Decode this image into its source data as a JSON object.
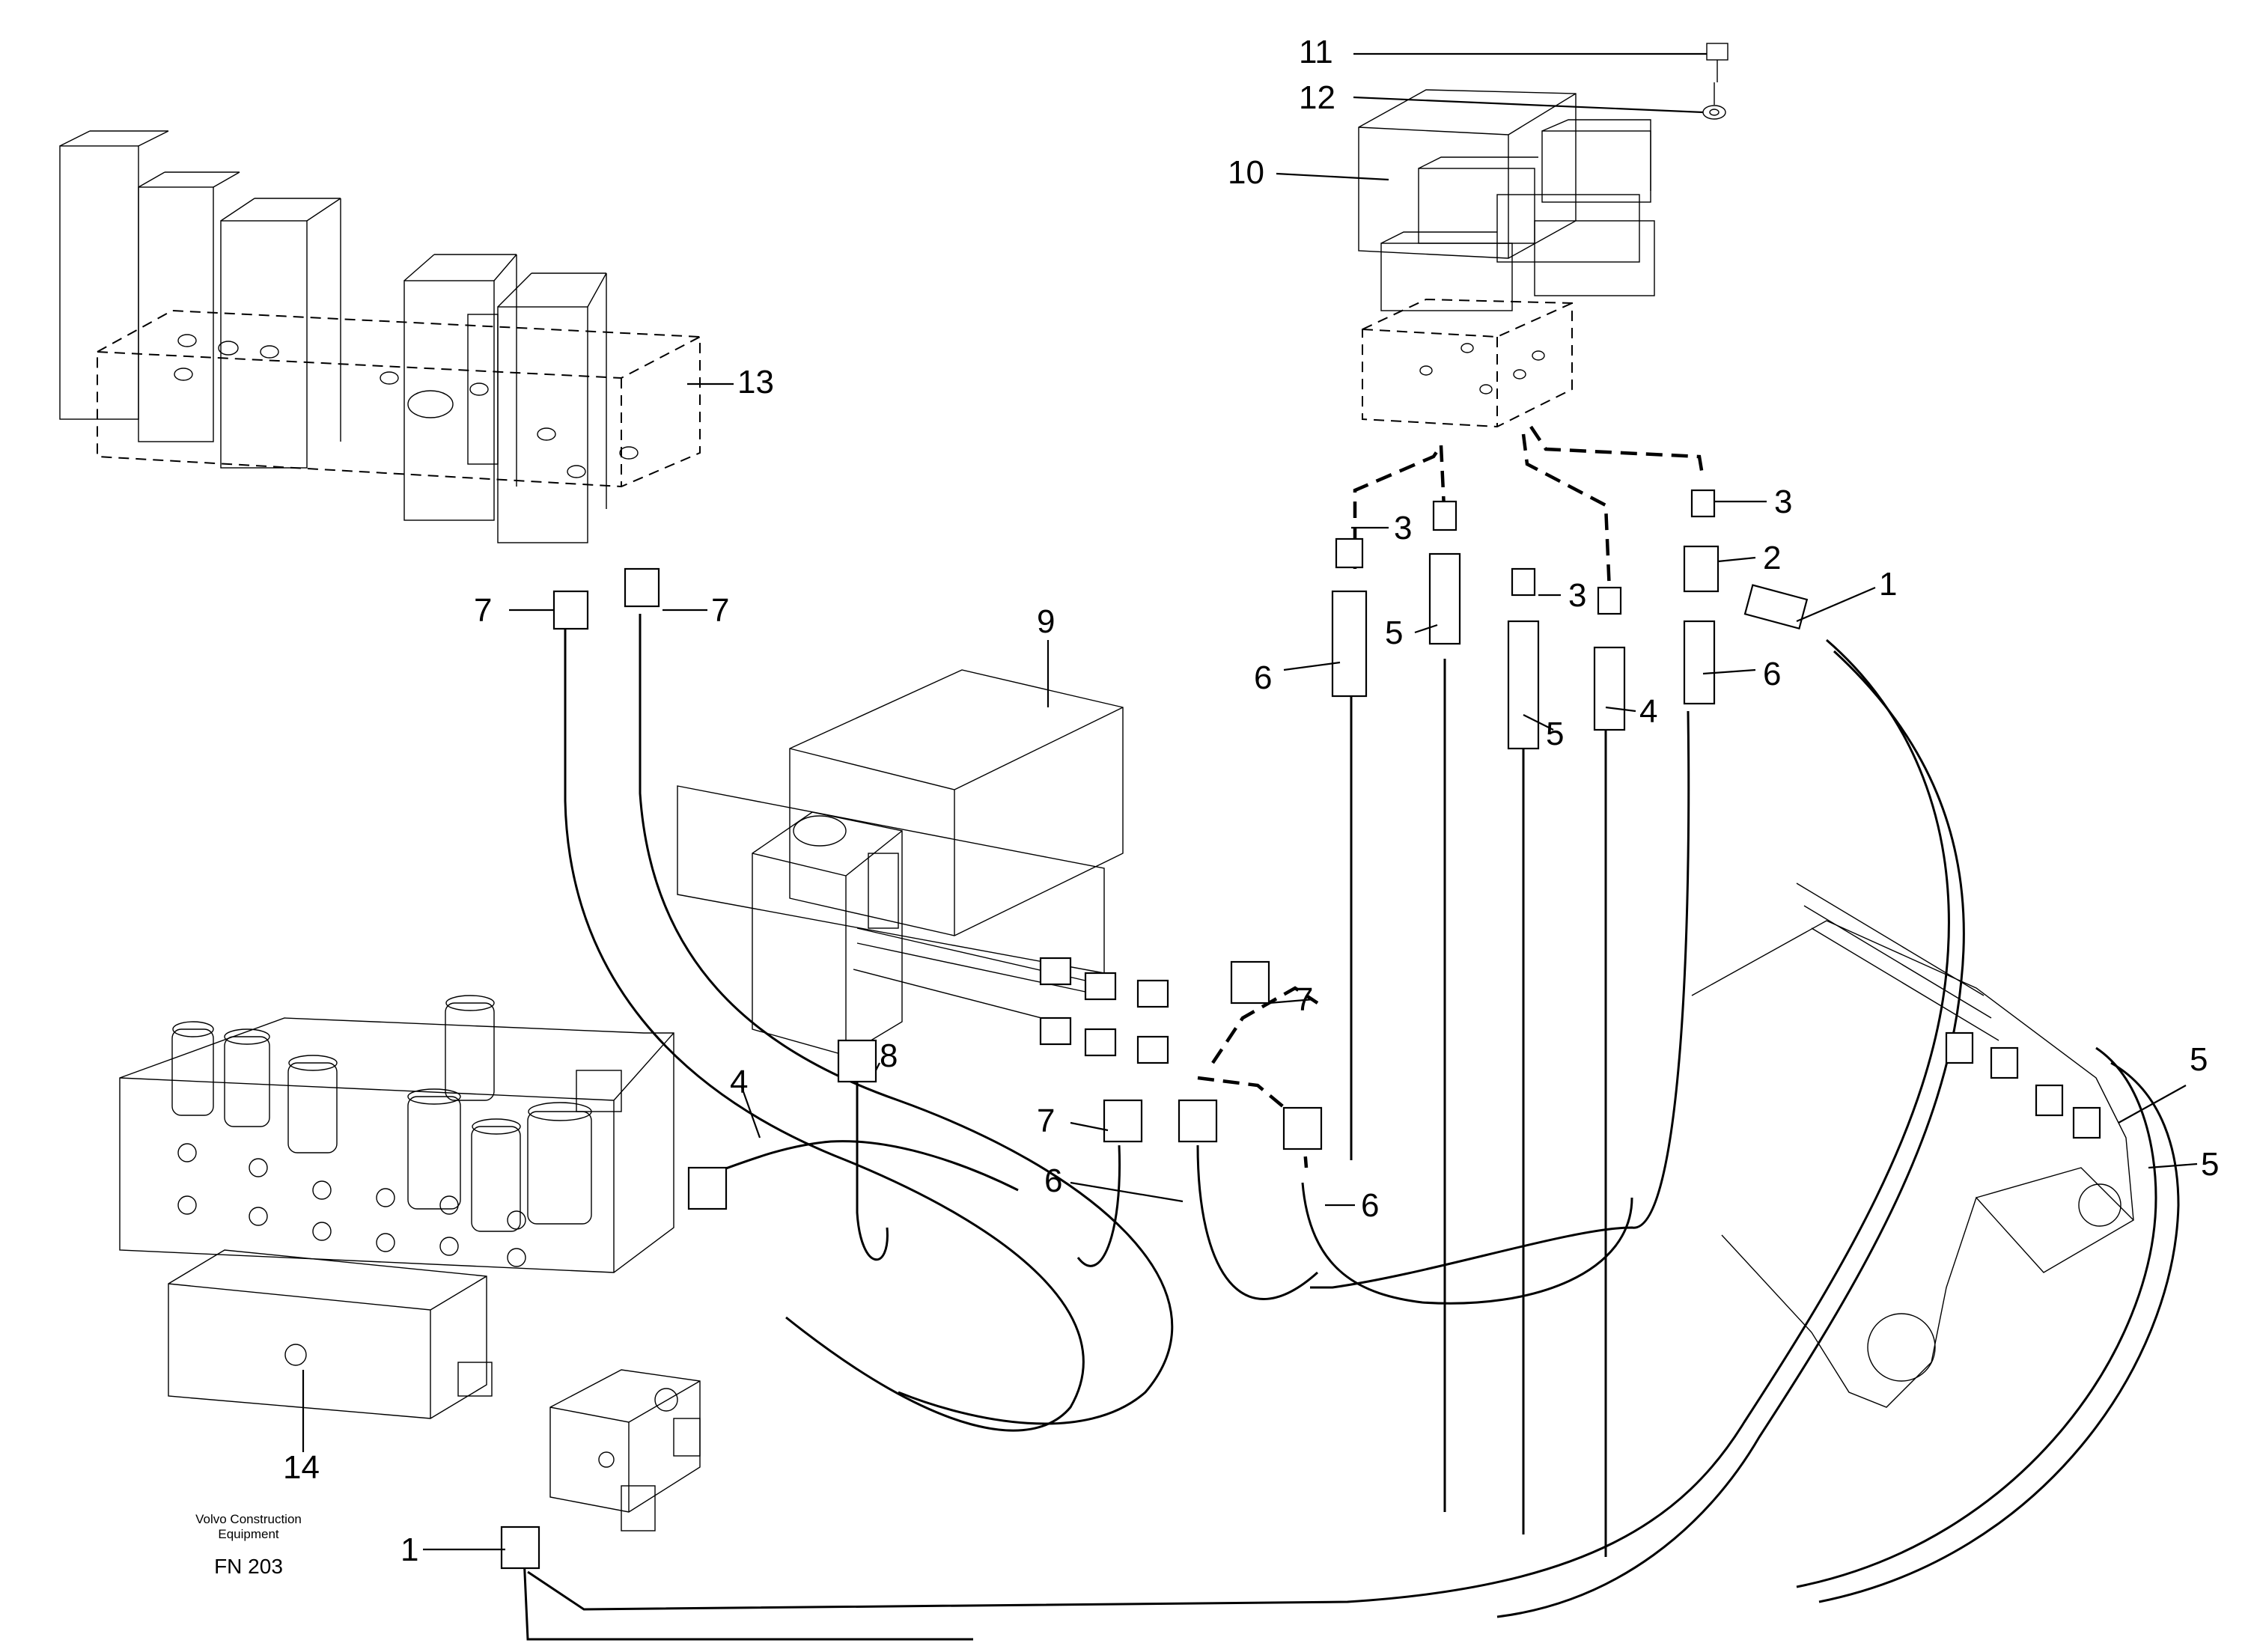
{
  "callouts": {
    "c1": "1",
    "c2": "2",
    "c3": "3",
    "c4": "4",
    "c5": "5",
    "c6": "6",
    "c7": "7",
    "c8": "8",
    "c9": "9",
    "c10": "10",
    "c11": "11",
    "c12": "12",
    "c13": "13",
    "c14": "14"
  },
  "credit": {
    "line1": "Volvo Construction",
    "line2": "Equipment",
    "code": "FN 203"
  }
}
